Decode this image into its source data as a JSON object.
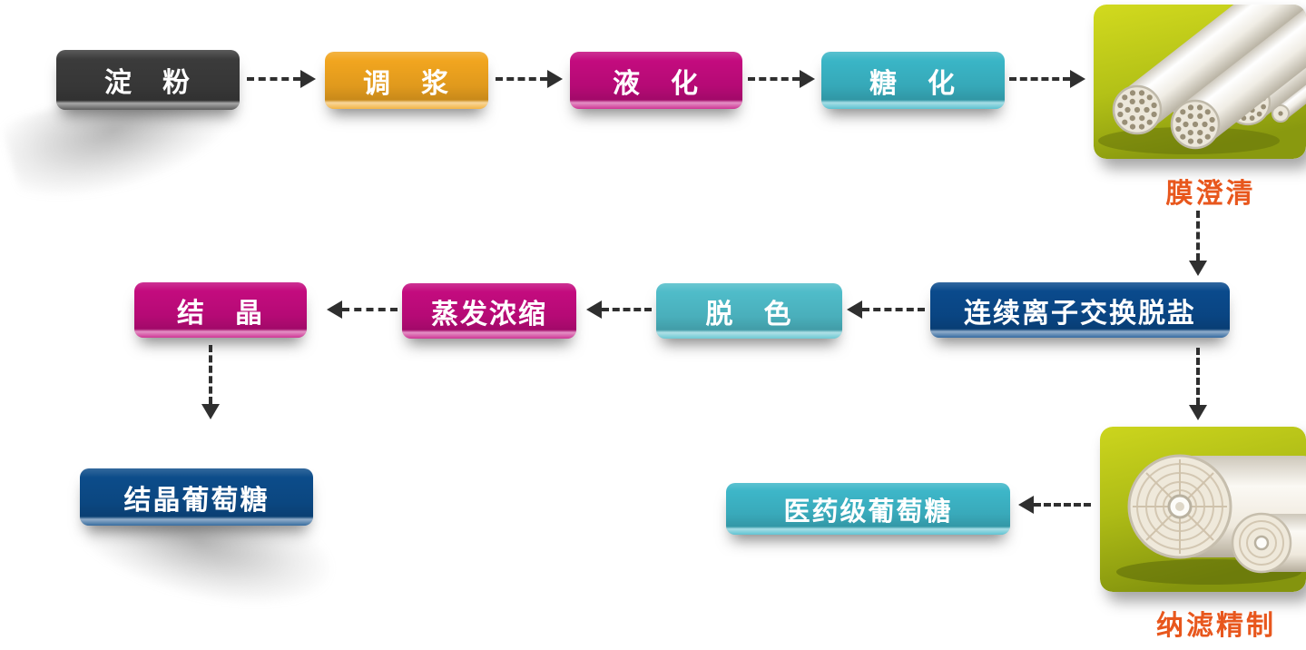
{
  "colors": {
    "background": "#ffffff",
    "arrow": "#2f2f2f",
    "caption": "#e8571d"
  },
  "steps": {
    "starch": {
      "label": "淀　粉",
      "color": "#3b3b3b"
    },
    "slurry": {
      "label": "调　浆",
      "color": "#f1a51f"
    },
    "liquefaction": {
      "label": "液　化",
      "color": "#c30b7e"
    },
    "saccharification": {
      "label": "糖　化",
      "color": "#3ab5c6"
    },
    "ion_exchange": {
      "label": "连续离子交换脱盐",
      "color": "#0a4a8c"
    },
    "decolorization": {
      "label": "脱　色",
      "color": "#4fbcc9"
    },
    "evaporation": {
      "label": "蒸发浓缩",
      "color": "#c30b7e"
    },
    "crystallization": {
      "label": "结　晶",
      "color": "#c30b7e"
    },
    "crystalline_glucose": {
      "label": "结晶葡萄糖",
      "color": "#0c4c8a"
    },
    "pharma_glucose": {
      "label": "医药级葡萄糖",
      "color": "#3db6c8"
    }
  },
  "captions": {
    "membrane_clarification": "膜澄清",
    "nanofiltration": "纳滤精制"
  },
  "icons": {
    "arrow_right": "dashed-arrow-right",
    "arrow_left": "dashed-arrow-left",
    "arrow_down": "dashed-arrow-down"
  },
  "images": {
    "ceramic_membrane": "ceramic-membrane-tubes",
    "spiral_membrane": "spiral-wound-nanofiltration-membranes"
  }
}
